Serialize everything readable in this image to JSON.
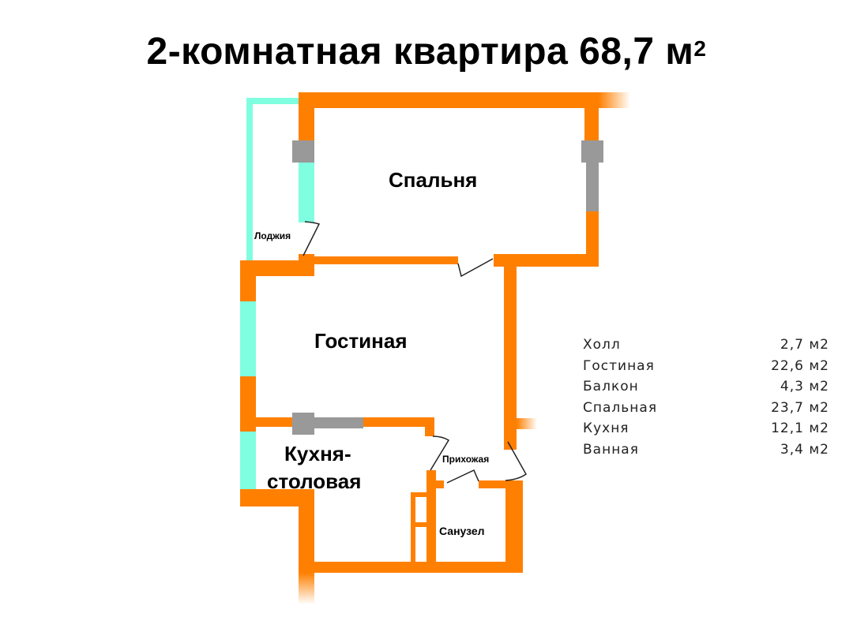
{
  "title": {
    "text": "2-комнатная квартира 68,7 м",
    "superscript": "2"
  },
  "colors": {
    "wall": "#FF8000",
    "window": "#7FFFE0",
    "radiator": "#999999",
    "door_line": "#222222",
    "text": "#000000",
    "background": "#FFFFFF"
  },
  "rooms": {
    "bedroom": "Спальня",
    "living": "Гостиная",
    "loggia": "Лоджия",
    "kitchen_line1": "Кухня-",
    "kitchen_line2": "столовая",
    "hallway": "Прихожая",
    "bathroom": "Санузел"
  },
  "areas": [
    {
      "name": "Холл",
      "value": "2,7 м2"
    },
    {
      "name": "Гостиная",
      "value": "22,6 м2"
    },
    {
      "name": "Балкон",
      "value": "4,3 м2"
    },
    {
      "name": "Спальная",
      "value": "23,7 м2"
    },
    {
      "name": "Кухня",
      "value": "12,1 м2"
    },
    {
      "name": "Ванная",
      "value": "3,4 м2"
    }
  ]
}
